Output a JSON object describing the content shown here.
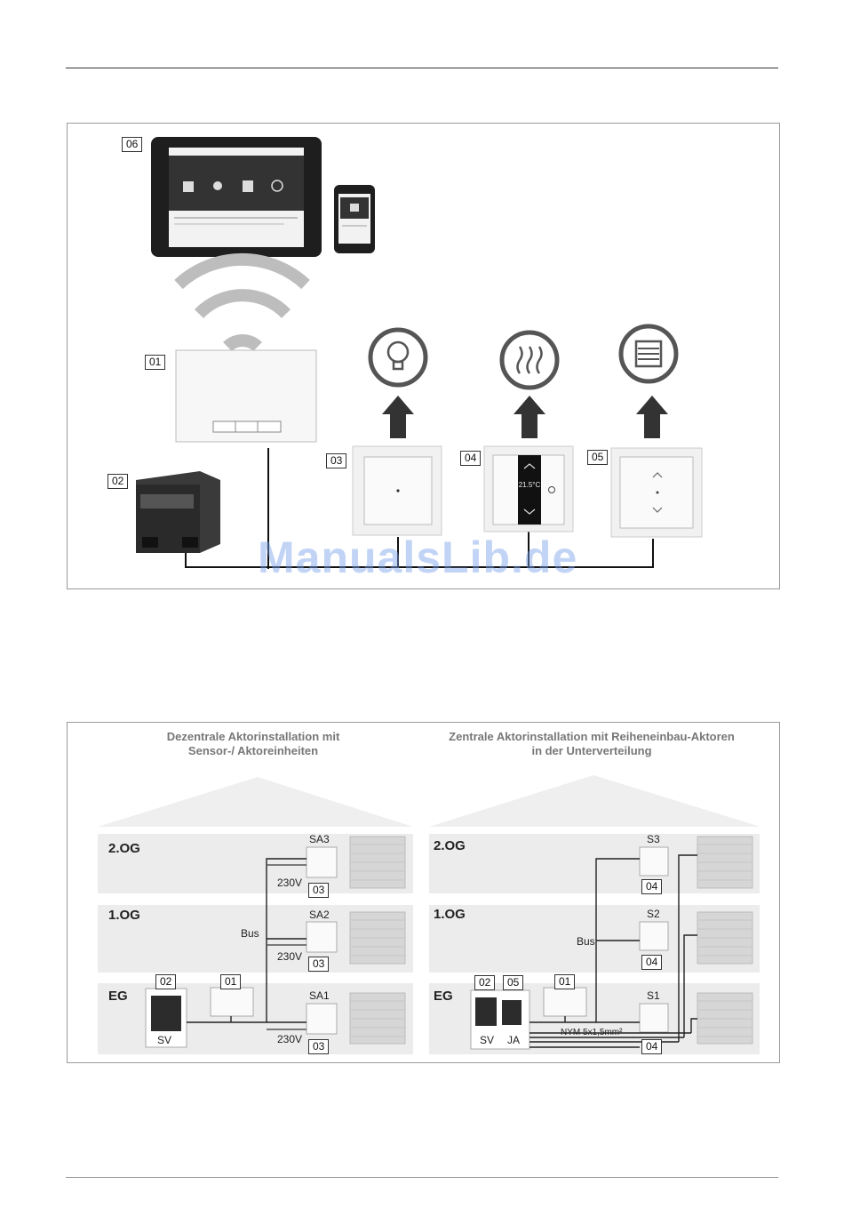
{
  "watermark": "ManualsLib.de",
  "figure1": {
    "labels": {
      "d01": "01",
      "d02": "02",
      "d03": "03",
      "d04": "04",
      "d05": "05",
      "d06": "06"
    },
    "thermostat_display": "21.5°C"
  },
  "figure2": {
    "left_title_line1": "Dezentrale Aktorinstallation mit",
    "left_title_line2": "Sensor-/ Aktoreinheiten",
    "right_title_line1": "Zentrale Aktorinstallation mit Reiheneinbau-Aktoren",
    "right_title_line2": "in der Unterverteilung",
    "floors": {
      "og2": "2.OG",
      "og1": "1.OG",
      "eg": "EG"
    },
    "left": {
      "units": [
        "SA3",
        "SA2",
        "SA1"
      ],
      "voltage": "230V",
      "bus": "Bus",
      "tag03": "03",
      "tag02": "02",
      "tag01": "01",
      "sv": "SV"
    },
    "right": {
      "units": [
        "S3",
        "S2",
        "S1"
      ],
      "tag04": "04",
      "tag02": "02",
      "tag05": "05",
      "tag01": "01",
      "bus": "Bus",
      "sv": "SV",
      "ja": "JA",
      "cable": "NYM 5x1,5mm²"
    }
  }
}
